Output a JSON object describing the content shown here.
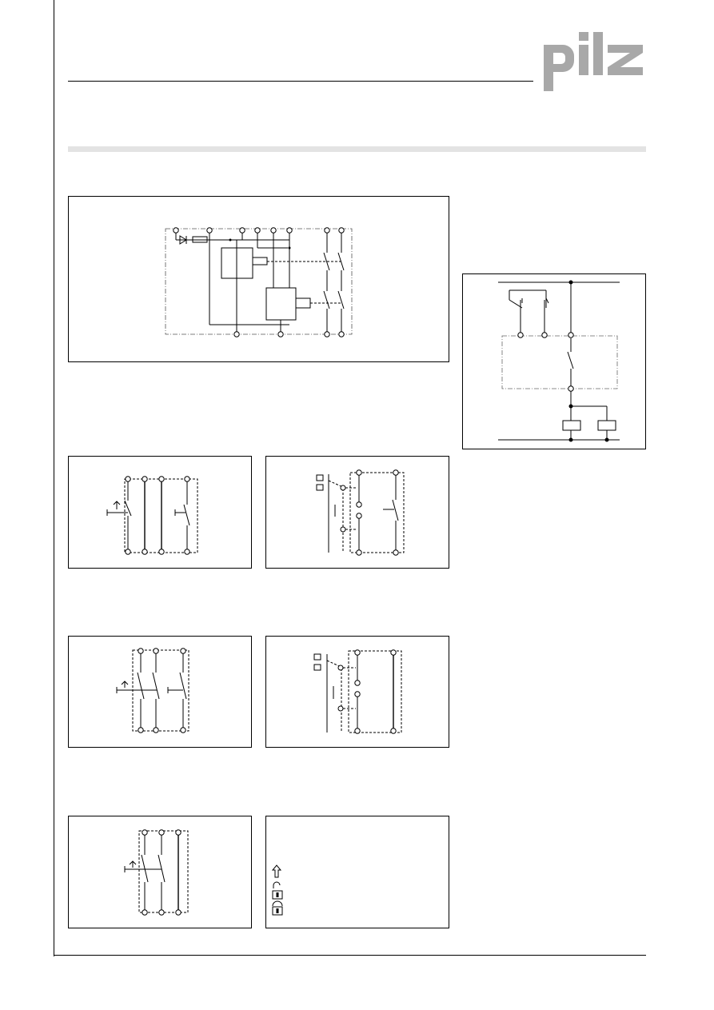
{
  "brand": {
    "logo_text": "pilz",
    "logo_color": "#a8a8a8"
  },
  "colors": {
    "rule": "#000000",
    "band": "#e3e3e3"
  },
  "figures": [
    {
      "id": "internal-wiring-diagram"
    },
    {
      "id": "connection-diagram"
    },
    {
      "id": "contact-diagram-1"
    },
    {
      "id": "contact-diagram-2"
    },
    {
      "id": "contact-diagram-3"
    },
    {
      "id": "contact-diagram-4"
    },
    {
      "id": "contact-diagram-5"
    },
    {
      "id": "symbol-legend",
      "icons": [
        "double-arrow-icon",
        "lock-closed-icon",
        "lock-open-icon"
      ]
    }
  ]
}
